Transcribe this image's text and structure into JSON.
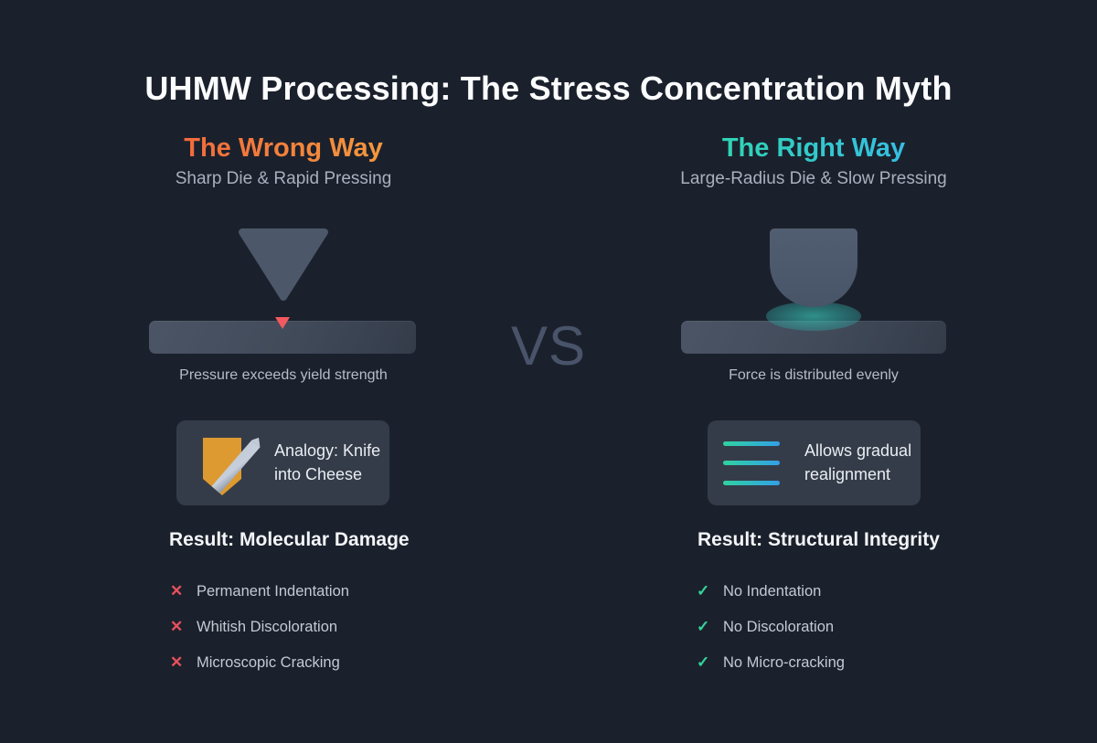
{
  "title": "UHMW Processing: The Stress Concentration Myth",
  "vs_label": "VS",
  "colors": {
    "background": "#1b212c",
    "wrong_accent_start": "#f1593b",
    "wrong_accent_end": "#f6a93e",
    "right_accent_start": "#2ede9e",
    "right_accent_end": "#38b4f8",
    "cross_red": "#e9505c",
    "check_green": "#34d39b",
    "stress_marker_red": "#f4595f",
    "contact_glow_teal": "#38beb2",
    "shield_orange": "#dd9a30",
    "die_slate": "#4c5769",
    "card_background": "#353c49"
  },
  "left": {
    "heading": "The Wrong Way",
    "subheading": "Sharp Die & Rapid Pressing",
    "caption": "Pressure exceeds yield strength",
    "card_text": "Analogy: Knife into Cheese",
    "card_icon": "knife-shield-icon",
    "result_heading": "Result: Molecular Damage",
    "item_mark": "✕",
    "items": [
      "Permanent Indentation",
      "Whitish Discoloration",
      "Microscopic Cracking"
    ]
  },
  "right": {
    "heading": "The Right Way",
    "subheading": "Large-Radius Die & Slow Pressing",
    "caption": "Force is distributed evenly",
    "card_text": "Allows gradual realignment",
    "card_icon": "alignment-lines-icon",
    "result_heading": "Result: Structural Integrity",
    "item_mark": "✓",
    "items": [
      "No Indentation",
      "No Discoloration",
      "No Micro-cracking"
    ]
  }
}
